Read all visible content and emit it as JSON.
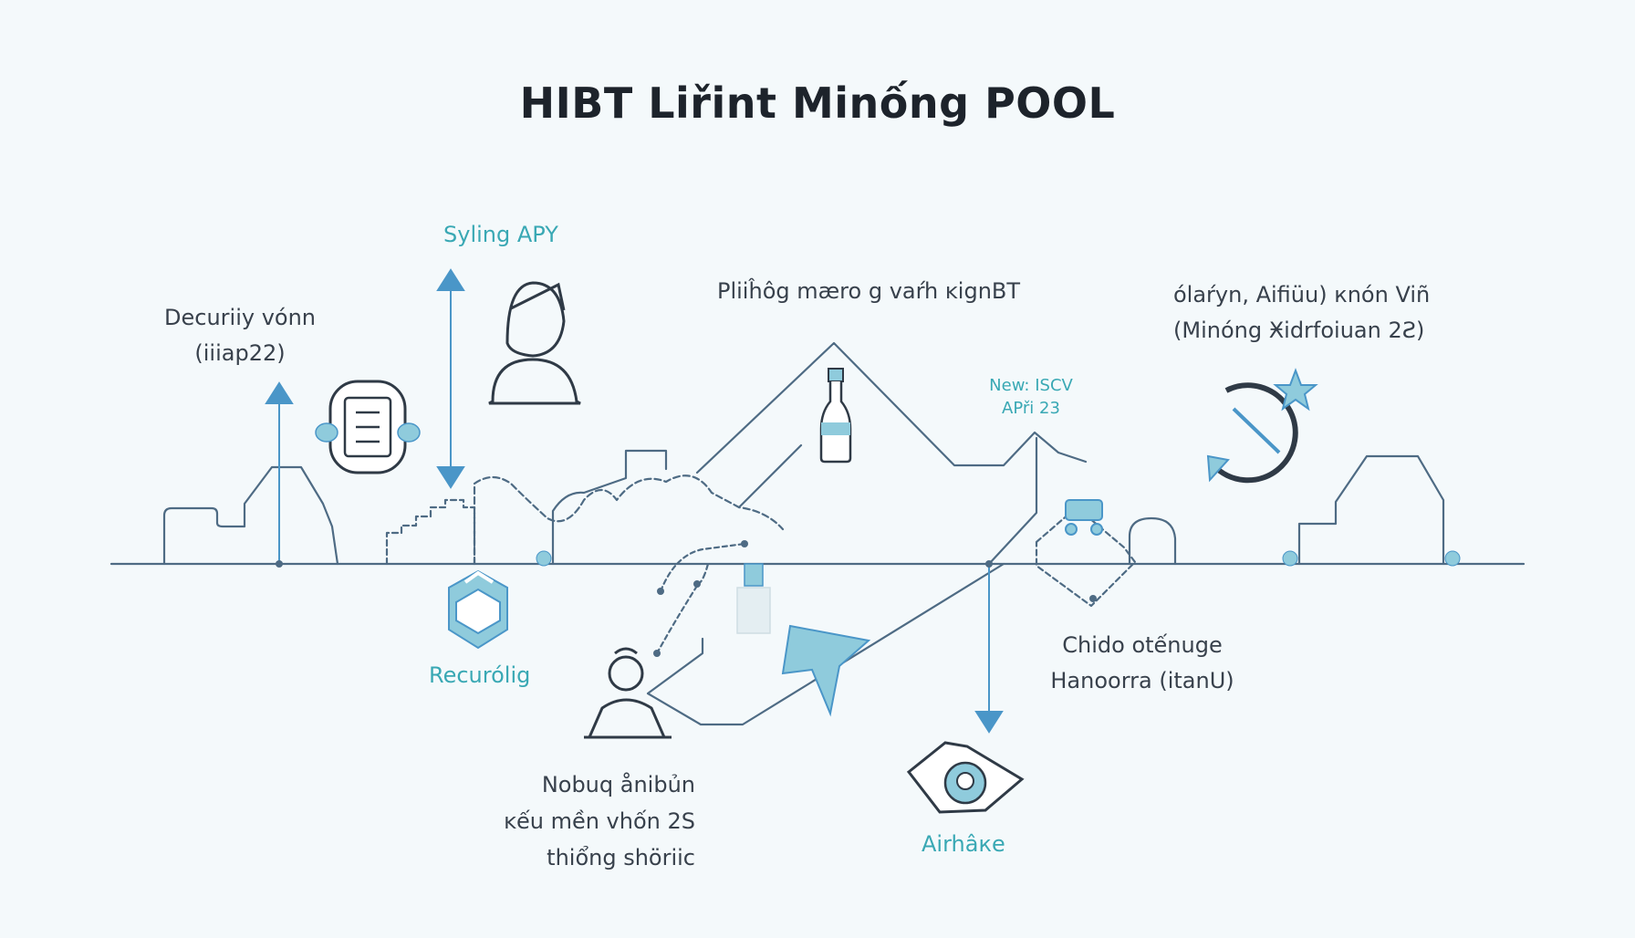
{
  "title": "HIBT Liřint Minống POOL",
  "colors": {
    "background": "#f4f9fb",
    "line": "#4e6b84",
    "accent_teal": "#39a8b4",
    "arrow_blue": "#4a96c8",
    "icon_fill": "#8fcbdc",
    "dark_text": "#1d232b"
  },
  "labels": {
    "security": [
      "Decuriiy vónn",
      "(iiiap22)"
    ],
    "styling_apy": "Syling APY",
    "phong": "Pliiĥôg mæro g vaŕh ĸignBT",
    "top_right": [
      "ólaŕyn, Aifiüu) кnón Viñ",
      "(Minóng Ӿidrfoiuan 2Ƨ)"
    ],
    "new_iscv": [
      "New: ISCV",
      "APři 23"
    ],
    "recuroilig": "Recurólig",
    "chido": [
      "Chido otếnuge",
      "Hanoorra (itanU)"
    ],
    "nobuq": [
      "Nobuq ånibủn",
      "ĸếu mền vhốn 2S",
      "thiổng shöriic"
    ],
    "airhake": "Airhâке"
  },
  "icons": [
    "document-shield-icon",
    "person-icon",
    "bottle-icon",
    "refresh-cycle-icon",
    "star-icon",
    "cube-stack-icon",
    "user-icon",
    "paper-plane-icon",
    "network-nodes-icon",
    "tower-icon",
    "emblem-icon"
  ]
}
